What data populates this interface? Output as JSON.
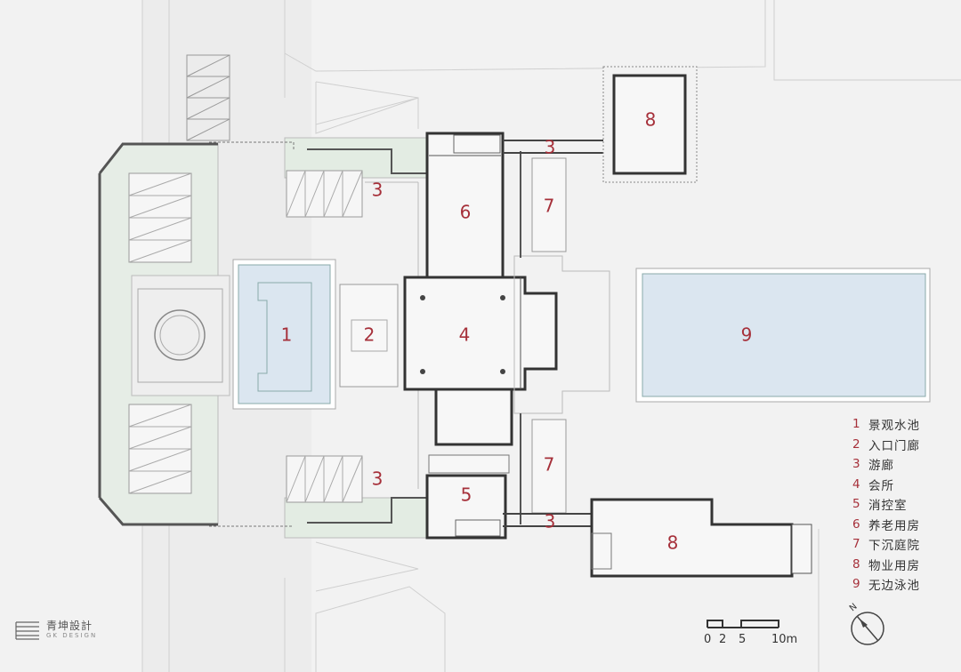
{
  "room_numbers": {
    "r1": "1",
    "r2": "2",
    "r3": "3",
    "r4": "4",
    "r5": "5",
    "r6": "6",
    "r7": "7",
    "r8": "8",
    "r9": "9"
  },
  "legend": [
    {
      "num": "1",
      "label": "景观水池"
    },
    {
      "num": "2",
      "label": "入口门廊"
    },
    {
      "num": "3",
      "label": "游廊"
    },
    {
      "num": "4",
      "label": "会所"
    },
    {
      "num": "5",
      "label": "消控室"
    },
    {
      "num": "6",
      "label": "养老用房"
    },
    {
      "num": "7",
      "label": "下沉庭院"
    },
    {
      "num": "8",
      "label": "物业用房"
    },
    {
      "num": "9",
      "label": "无边泳池"
    }
  ],
  "logo": {
    "cn": "青坤設計",
    "en": "GK DESIGN"
  },
  "scale": {
    "t0": "0",
    "t1": "2",
    "t2": "5",
    "t3": "10m"
  },
  "north": {
    "label": "N"
  },
  "colors": {
    "accent": "#a6303a",
    "wall": "#333333",
    "water": "#dbe6f0",
    "planting": "#e3ece3"
  }
}
